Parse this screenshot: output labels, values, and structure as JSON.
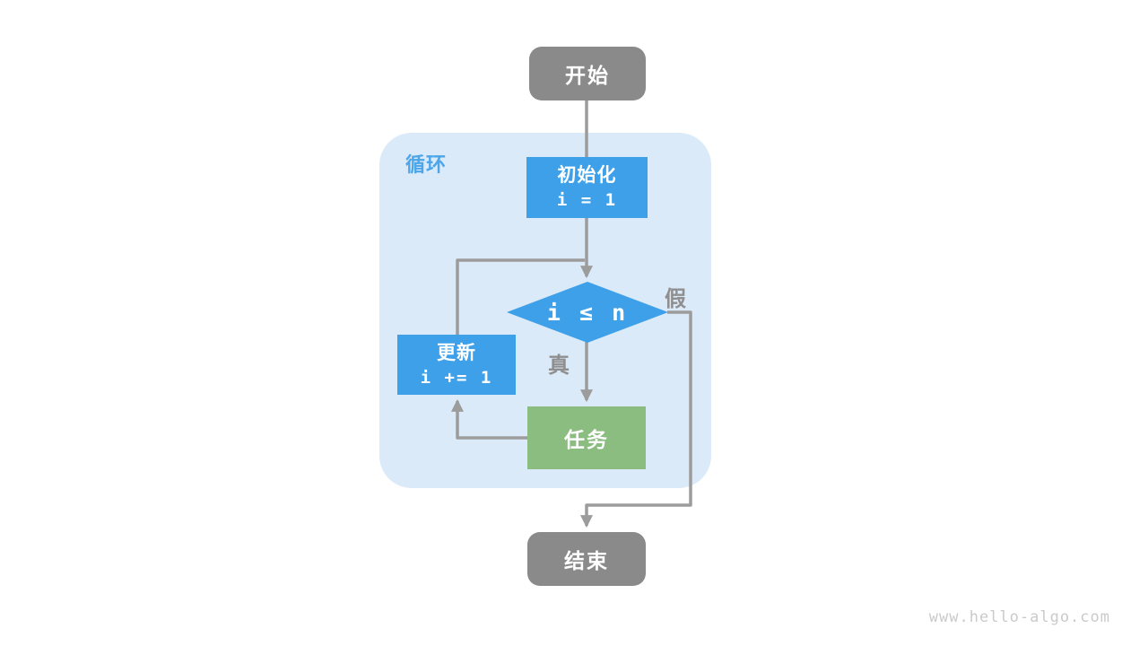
{
  "colors": {
    "blue": "#3da0e8",
    "light_blue": "#dbeaf8",
    "green": "#8abd7f",
    "gray": "#8a8a8a",
    "line": "#9c9c9c",
    "label_gray": "#8f8f8f",
    "loop_label_blue": "#4ba5e8",
    "watermark_gray": "#c9cacb"
  },
  "diagram": {
    "loop_label": "循环",
    "nodes": {
      "start": "开始",
      "init_title": "初始化",
      "init_code": "i = 1",
      "condition_code": "i ≤ n",
      "update_title": "更新",
      "update_code": "i += 1",
      "task": "任务",
      "end": "结束"
    },
    "edge_labels": {
      "true_branch": "真",
      "false_branch": "假"
    }
  },
  "watermark": "www.hello-algo.com"
}
